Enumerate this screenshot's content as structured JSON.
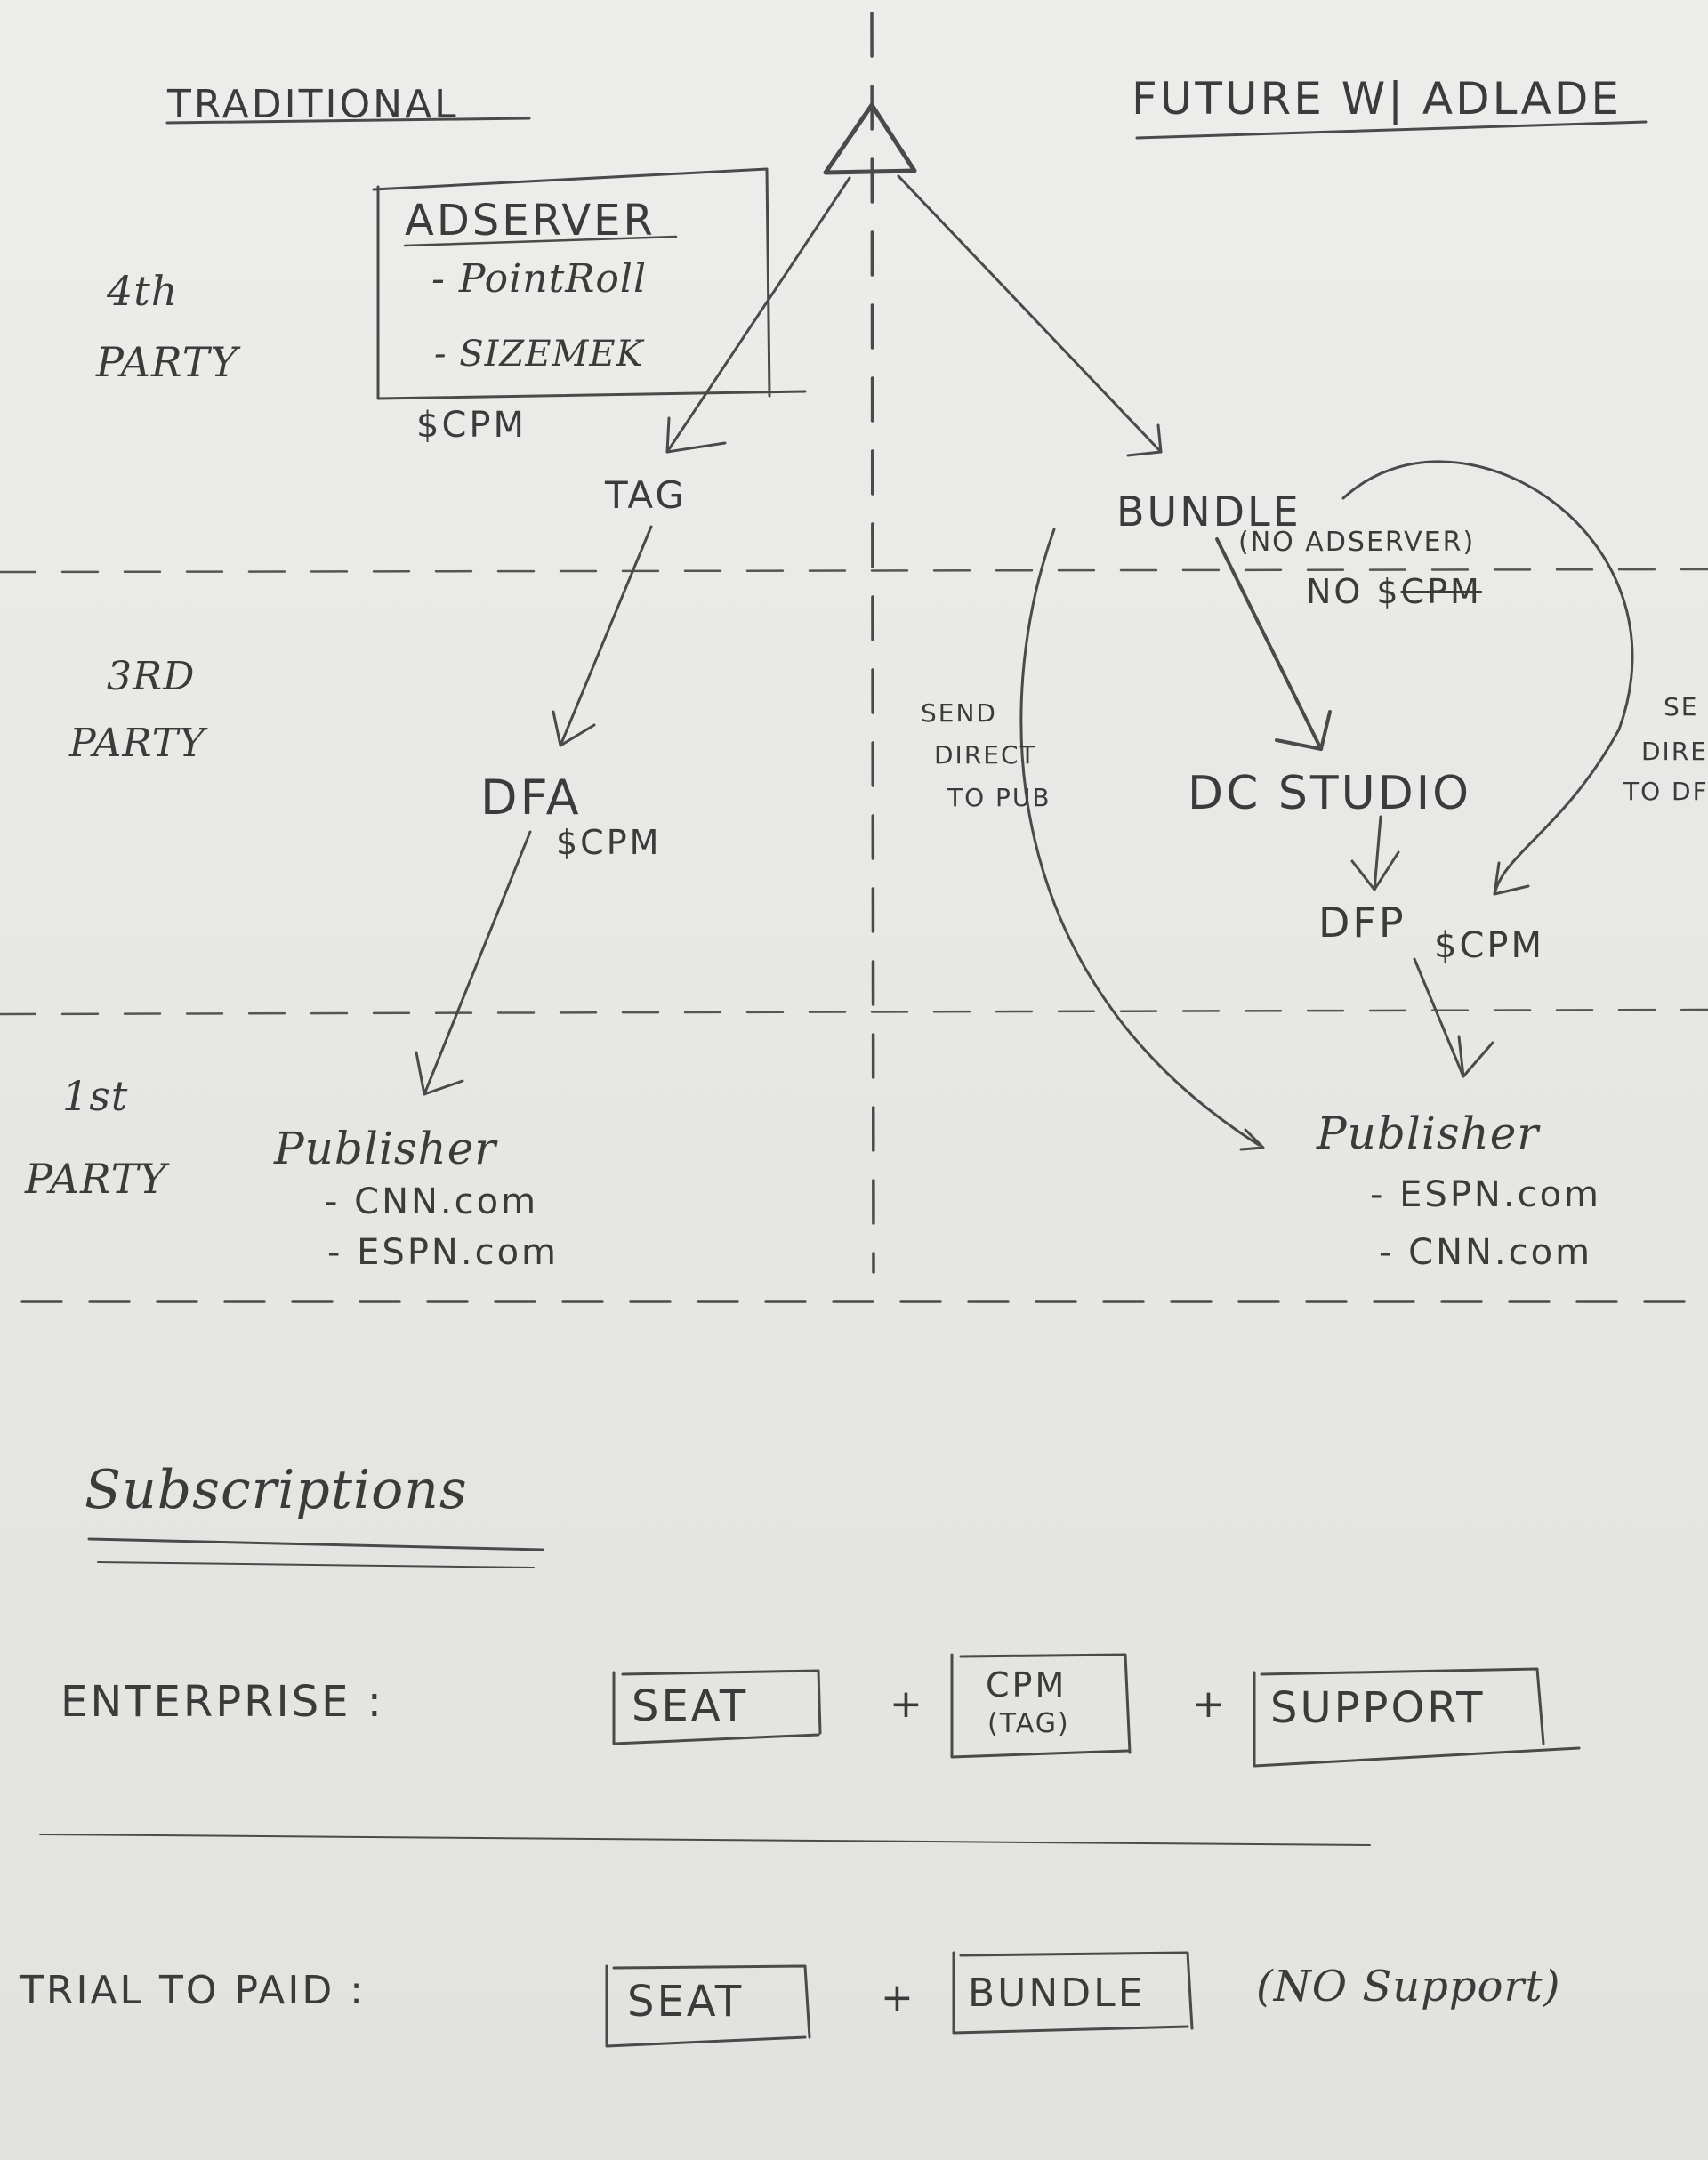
{
  "headers": {
    "left": "TRADITIONAL",
    "right": "FUTURE W| ADLADE"
  },
  "rows": {
    "fourth": [
      "4th",
      "PARTY"
    ],
    "third": [
      "3RD",
      "PARTY"
    ],
    "first": [
      "1st",
      "PARTY"
    ]
  },
  "traditional": {
    "adserver_title": "ADSERVER",
    "adserver_items": [
      "- PointRoll",
      "- SIZEMEK"
    ],
    "cpm_adserver": "$CPM",
    "tag": "TAG",
    "dfa": "DFA",
    "cpm_dfa": "$CPM",
    "publisher_title": "Publisher",
    "publisher_items": [
      "- CNN.com",
      "- ESPN.com"
    ]
  },
  "future": {
    "bundle": "BUNDLE",
    "no_adserver": "(NO ADSERVER)",
    "no_cpm_prefix": "NO $",
    "no_cpm_struck": "CPM",
    "send_direct_pub": [
      "SEND",
      "DIRECT",
      "TO PUB"
    ],
    "send_direct_dfp": [
      "SE",
      "DIRE",
      "TO DF"
    ],
    "dc_studio": "DC STUDIO",
    "dfp": "DFP",
    "cpm_dfp": "$CPM",
    "publisher_title": "Publisher",
    "publisher_items": [
      "- ESPN.com",
      "- CNN.com"
    ]
  },
  "subscriptions": {
    "title": "Subscriptions",
    "enterprise": {
      "label": "ENTERPRISE :",
      "seat": "SEAT",
      "plus1": "+",
      "cpm": [
        "CPM",
        "(TAG)"
      ],
      "plus2": "+",
      "support": "SUPPORT"
    },
    "trial": {
      "label": "TRIAL TO PAID :",
      "seat": "SEAT",
      "plus": "+",
      "bundle": "BUNDLE",
      "note": "(NO Support)"
    }
  }
}
